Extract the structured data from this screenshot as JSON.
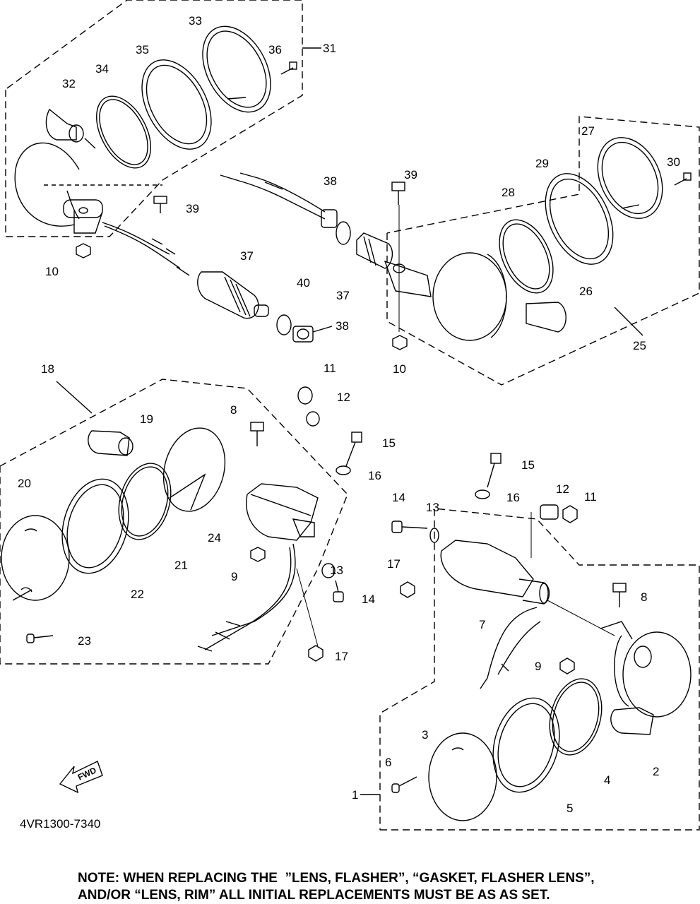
{
  "diagram": {
    "part_numbers": [
      "1",
      "2",
      "3",
      "4",
      "5",
      "6",
      "7",
      "8",
      "8",
      "9",
      "9",
      "10",
      "10",
      "11",
      "11",
      "12",
      "12",
      "13",
      "13",
      "14",
      "14",
      "15",
      "15",
      "16",
      "16",
      "17",
      "17",
      "18",
      "19",
      "20",
      "21",
      "22",
      "23",
      "24",
      "25",
      "26",
      "27",
      "28",
      "29",
      "30",
      "31",
      "32",
      "33",
      "34",
      "35",
      "36",
      "37",
      "37",
      "38",
      "38",
      "39",
      "39",
      "40"
    ],
    "fwd_label": "FWD",
    "drawing_code": "4VR1300-7340"
  },
  "note": {
    "line1": "NOTE: WHEN REPLACING THE  ”LENS, FLASHER”, “GASKET, FLASHER LENS”,",
    "line2": "AND/OR “LENS, RIM” ALL INITIAL REPLACEMENTS MUST BE AS AS SET."
  }
}
